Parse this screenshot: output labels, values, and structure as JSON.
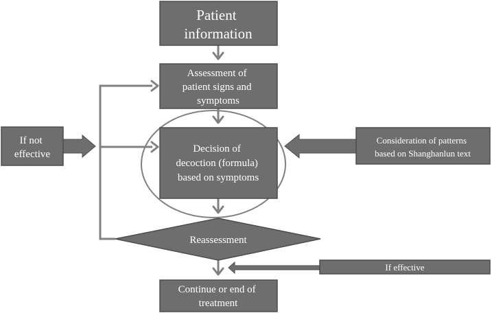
{
  "colors": {
    "box_fill": "#6e6e6e",
    "box_stroke": "#4d4d4d",
    "arrow": "#7f7f7f",
    "text": "#ffffff",
    "ellipse": "#808080"
  },
  "nodes": {
    "patient_info": {
      "line1": "Patient",
      "line2": "information"
    },
    "assessment": {
      "line1": "Assessment of",
      "line2": "patient signs and",
      "line3": "symptoms"
    },
    "decision": {
      "line1": "Decision of",
      "line2": "decoction (formula)",
      "line3": "based on symptoms"
    },
    "reassessment": {
      "label": "Reassessment"
    },
    "continue": {
      "line1": "Continue or end of",
      "line2": "treatment"
    },
    "if_not_effective": {
      "line1": "If not",
      "line2": "effective"
    },
    "consideration": {
      "line1": "Consideration of  patterns",
      "line2": "based on Shanghanlun text"
    },
    "if_effective": {
      "label": "If effective"
    }
  }
}
